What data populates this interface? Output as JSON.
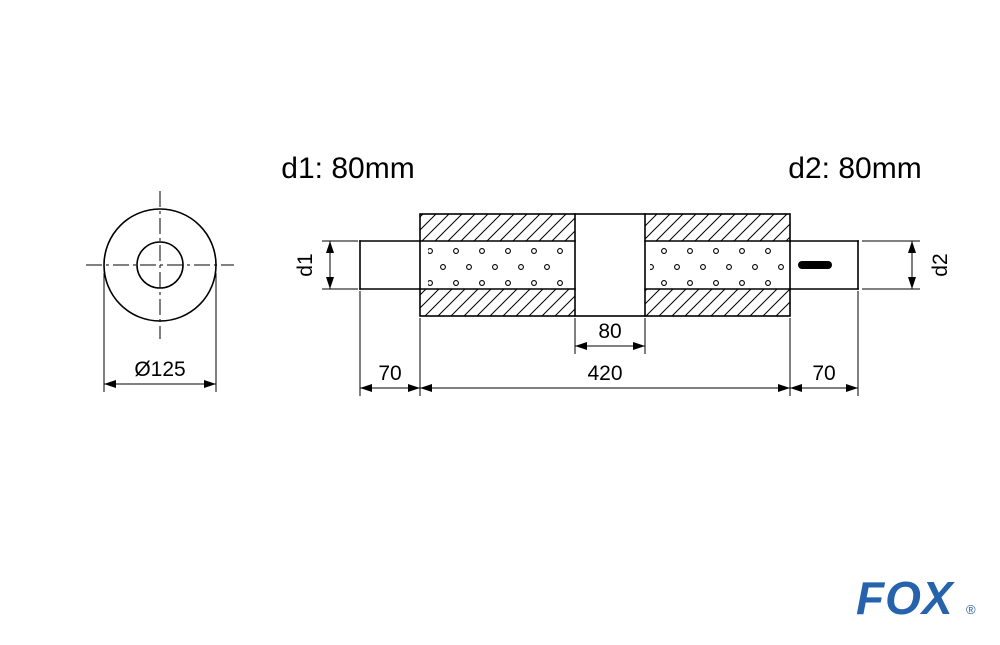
{
  "header": {
    "d1_label": "d1: 80mm",
    "d2_label": "d2: 80mm"
  },
  "dimensions": {
    "front_diameter": "Ø125",
    "d1_axis": "d1",
    "d2_axis": "d2",
    "chamber_width": "80",
    "body_length": "420",
    "left_pipe_length": "70",
    "right_pipe_length": "70"
  },
  "logo": {
    "text": "FOX",
    "registered": "®",
    "color": "#2563ac"
  }
}
